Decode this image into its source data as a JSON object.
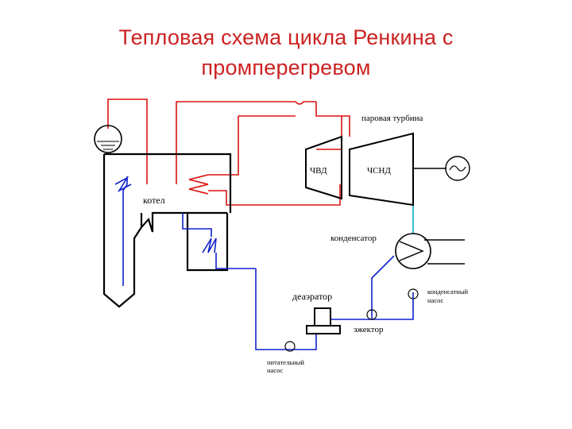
{
  "title": {
    "line1": "Тепловая схема цикла Ренкина с",
    "line2": "промперегревом"
  },
  "labels": {
    "turbine": "паровая турбина",
    "hp_cylinder": "ЧВД",
    "lp_cylinder": "ЧСНД",
    "boiler": "котел",
    "condenser": "конденсатор",
    "deaerator": "деаэратор",
    "condensate_pump_line1": "конденсатный",
    "condensate_pump_line2": "насос",
    "ejector": "эжектор",
    "feed_pump_line1": "питательный",
    "feed_pump_line2": "насос"
  },
  "colors": {
    "title": "#cc2222",
    "steam_line": "#dd1111",
    "water_line": "#1122cc",
    "cooling_line": "#11aacc",
    "equipment": "#000000"
  }
}
